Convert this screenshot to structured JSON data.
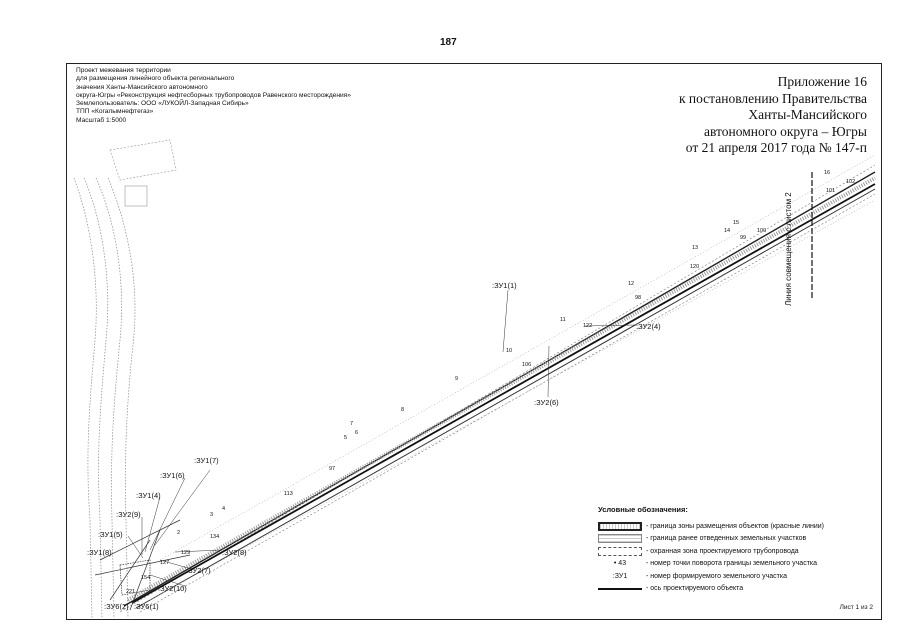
{
  "page_number": "187",
  "project_info": [
    "Проект межевания территории",
    "для размещения линейного объекта регионального",
    "значения Ханты-Мансийского автономного",
    "округа-Югры «Реконструкция нефтесборных трубопроводов Равенского месторождения»",
    "Землепользователь: ООО «ЛУКОЙЛ-Западная Сибирь»",
    "ТПП «Когалымнефтегаз»",
    "Масштаб 1:5000"
  ],
  "appendix": [
    "Приложение 16",
    "к постановлению Правительства",
    "Ханты-Мансийского",
    "автономного округа – Югры",
    "от 21 апреля 2017 года № 147-п"
  ],
  "join_line_label": "Линия совмещения с листом 2",
  "parcel_labels": [
    ":ЗУ1(1)",
    ":ЗУ2(4)",
    ":ЗУ2(6)",
    ":ЗУ1(7)",
    ":ЗУ1(6)",
    ":ЗУ1(4)",
    ":ЗУ2(9)",
    ":ЗУ1(5)",
    ":ЗУ1(8)",
    ":ЗУ2(8)",
    ":ЗУ2(7)",
    ":ЗУ2(10)",
    ":ЗУ6(2)",
    ":ЗУ6(1)"
  ],
  "point_numbers": [
    "16",
    "102",
    "101",
    "15",
    "14",
    "100",
    "99",
    "13",
    "120",
    "12",
    "98",
    "11",
    "122",
    "10",
    "106",
    "9",
    "8",
    "7",
    "6",
    "5",
    "97",
    "113",
    "4",
    "3",
    "2",
    "134",
    "129",
    "127",
    "154",
    "221"
  ],
  "legend": {
    "title": "Условные обозначения:",
    "items": [
      {
        "symbol": "",
        "text": "- граница зоны размещения объектов (красные линии)"
      },
      {
        "symbol": "",
        "text": "- граница ранее отведенных земельных участков"
      },
      {
        "symbol": "",
        "text": "- охранная зона проектируемого трубопровода"
      },
      {
        "symbol": "• 43",
        "text": "- номер точки поворота границы земельного участка"
      },
      {
        "symbol": ":ЗУ1",
        "text": "- номер формируемого земельного участка"
      },
      {
        "symbol": "",
        "text": "- ось проектируемого объекта"
      }
    ]
  },
  "sheet_label": "Лист 1 из 2"
}
